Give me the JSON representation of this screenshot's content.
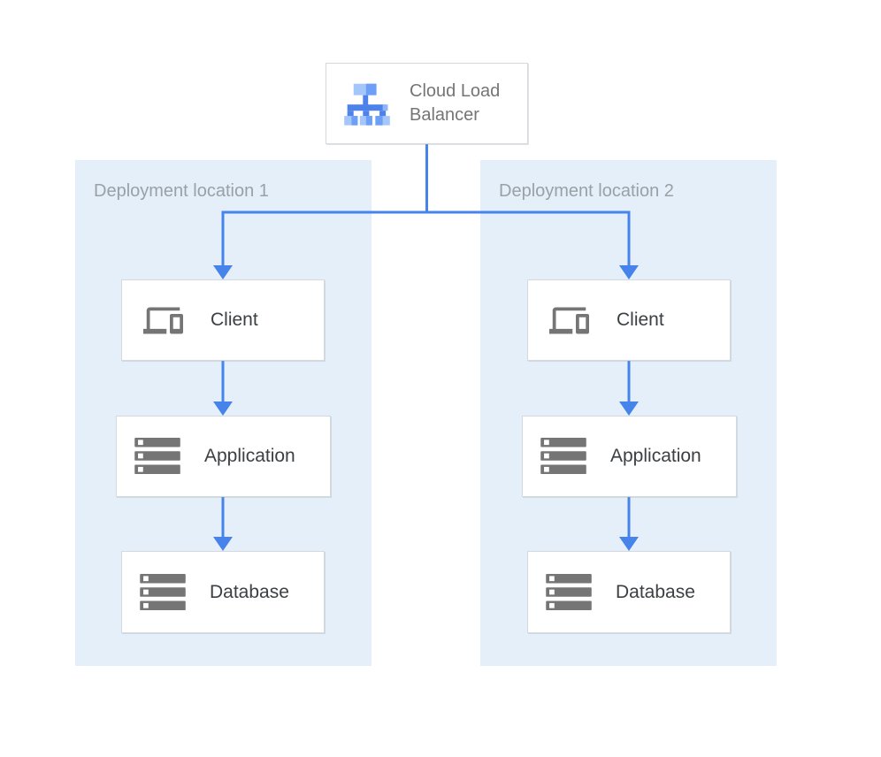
{
  "diagram": {
    "load_balancer": {
      "label": "Cloud Load Balancer",
      "icon": "load-balancer-icon"
    },
    "locations": [
      {
        "label": "Deployment location 1",
        "nodes": [
          {
            "label": "Client",
            "icon": "devices-icon"
          },
          {
            "label": "Application",
            "icon": "server-stack-icon"
          },
          {
            "label": "Database",
            "icon": "server-stack-icon"
          }
        ]
      },
      {
        "label": "Deployment location 2",
        "nodes": [
          {
            "label": "Client",
            "icon": "devices-icon"
          },
          {
            "label": "Application",
            "icon": "server-stack-icon"
          },
          {
            "label": "Database",
            "icon": "server-stack-icon"
          }
        ]
      }
    ],
    "connections": [
      {
        "from": "cloud-load-balancer",
        "to": "client-1"
      },
      {
        "from": "cloud-load-balancer",
        "to": "client-2"
      },
      {
        "from": "client-1",
        "to": "application-1"
      },
      {
        "from": "application-1",
        "to": "database-1"
      },
      {
        "from": "client-2",
        "to": "application-2"
      },
      {
        "from": "application-2",
        "to": "database-2"
      }
    ],
    "colors": {
      "panel_bg": "#E4EFFA",
      "arrow": "#4683EA",
      "box_border": "#D5D8DC",
      "icon_gray": "#757575",
      "node_text": "#3C4043",
      "lb_text": "#757575",
      "zone_text": "#9AA0A6",
      "lb_icon_light": "#A5C6FB",
      "lb_icon_mid": "#6E9FF6",
      "lb_icon_dark": "#4D82EB"
    }
  }
}
